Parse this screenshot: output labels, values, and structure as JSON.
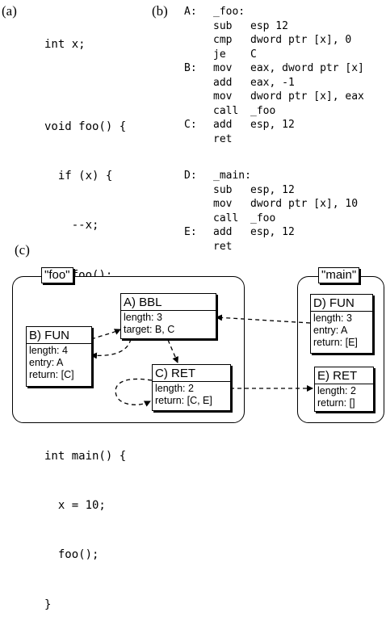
{
  "panel_labels": {
    "a": "(a)",
    "b": "(b)",
    "c": "(c)"
  },
  "c_source": [
    "int x;",
    "",
    "void foo() {",
    "  if (x) {",
    "    --x;",
    "    foo();",
    "  }",
    "}",
    "",
    "int main() {",
    "  x = 10;",
    "  foo();",
    "}"
  ],
  "assembly": [
    {
      "label": "A:",
      "ins": "_foo:",
      "ops": ""
    },
    {
      "label": "",
      "ins": "sub",
      "ops": "esp 12"
    },
    {
      "label": "",
      "ins": "cmp",
      "ops": "dword ptr [x], 0"
    },
    {
      "label": "",
      "ins": "je",
      "ops": "C"
    },
    {
      "label": "B:",
      "ins": "mov",
      "ops": "eax, dword ptr [x]"
    },
    {
      "label": "",
      "ins": "add",
      "ops": "eax, -1"
    },
    {
      "label": "",
      "ins": "mov",
      "ops": "dword ptr [x], eax"
    },
    {
      "label": "",
      "ins": "call",
      "ops": "_foo"
    },
    {
      "label": "C:",
      "ins": "add",
      "ops": "esp, 12"
    },
    {
      "label": "",
      "ins": "ret",
      "ops": ""
    },
    {
      "label": "",
      "ins": "",
      "ops": ""
    },
    {
      "label": "D:",
      "ins": "_main:",
      "ops": ""
    },
    {
      "label": "",
      "ins": "sub",
      "ops": "esp, 12"
    },
    {
      "label": "",
      "ins": "mov",
      "ops": "dword ptr [x], 10"
    },
    {
      "label": "",
      "ins": "call",
      "ops": "_foo"
    },
    {
      "label": "E:",
      "ins": "add",
      "ops": "esp, 12"
    },
    {
      "label": "",
      "ins": "ret",
      "ops": ""
    }
  ],
  "graph": {
    "groups": {
      "foo": "\"foo\"",
      "main": "\"main\""
    },
    "nodes": {
      "A": {
        "title": "A) BBL",
        "lines": [
          "length: 3",
          "target: B, C"
        ]
      },
      "B": {
        "title": "B) FUN",
        "lines": [
          "length: 4",
          "entry: A",
          "return: [C]"
        ]
      },
      "C": {
        "title": "C) RET",
        "lines": [
          "length: 2",
          "return: [C, E]"
        ]
      },
      "D": {
        "title": "D) FUN",
        "lines": [
          "length: 3",
          "entry: A",
          "return: [E]"
        ]
      },
      "E": {
        "title": "E) RET",
        "lines": [
          "length: 2",
          "return: []"
        ]
      }
    }
  }
}
